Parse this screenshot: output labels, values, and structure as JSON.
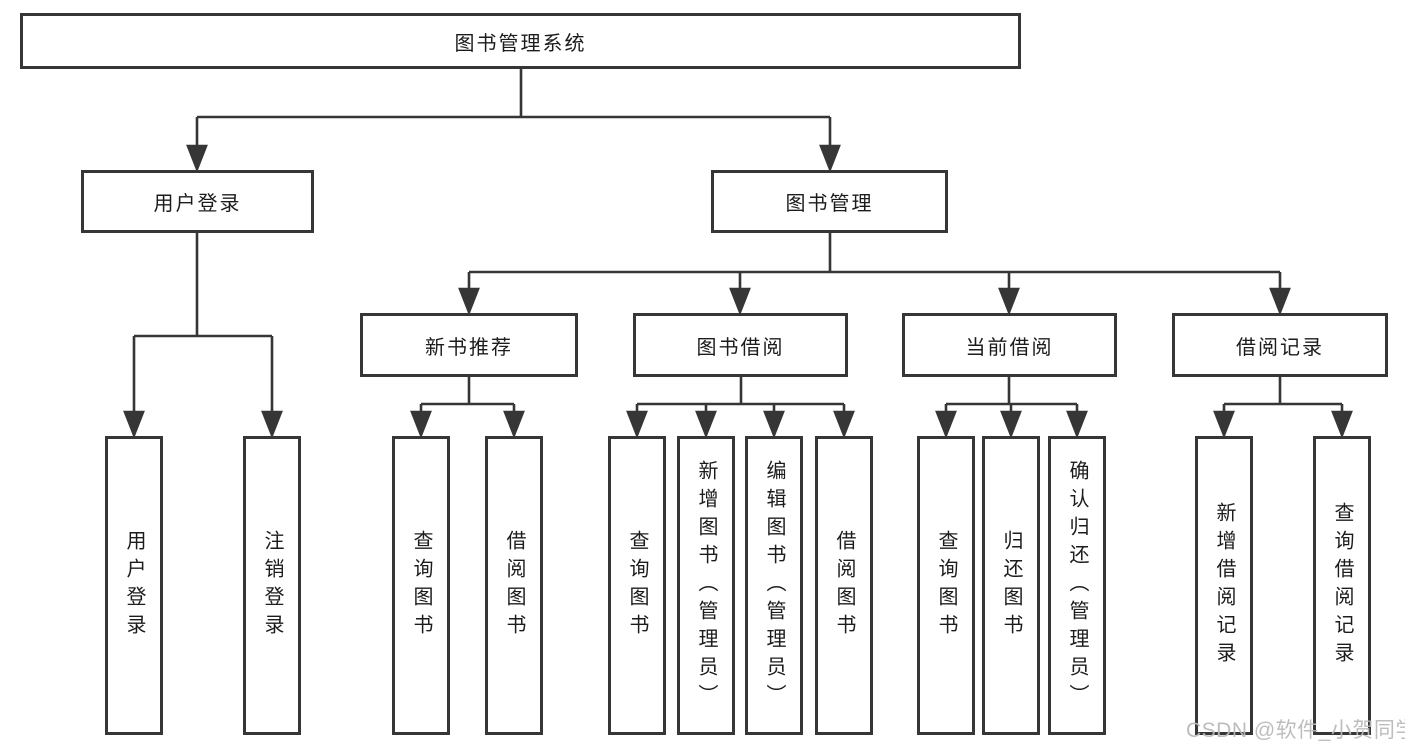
{
  "diagram": {
    "type": "hierarchy-tree",
    "root": {
      "label": "图书管理系统"
    },
    "level2": [
      {
        "label": "用户登录",
        "parent": "图书管理系统"
      },
      {
        "label": "图书管理",
        "parent": "图书管理系统"
      }
    ],
    "level3": [
      {
        "label": "新书推荐",
        "parent": "图书管理"
      },
      {
        "label": "图书借阅",
        "parent": "图书管理"
      },
      {
        "label": "当前借阅",
        "parent": "图书管理"
      },
      {
        "label": "借阅记录",
        "parent": "图书管理"
      }
    ],
    "leaves": [
      {
        "label": "用户登录",
        "parent": "用户登录"
      },
      {
        "label": "注销登录",
        "parent": "用户登录"
      },
      {
        "label": "查询图书",
        "parent": "新书推荐"
      },
      {
        "label": "借阅图书",
        "parent": "新书推荐"
      },
      {
        "label": "查询图书",
        "parent": "图书借阅"
      },
      {
        "label": "新增图书（管理员）",
        "parent": "图书借阅"
      },
      {
        "label": "编辑图书（管理员）",
        "parent": "图书借阅"
      },
      {
        "label": "借阅图书",
        "parent": "图书借阅"
      },
      {
        "label": "查询图书",
        "parent": "当前借阅"
      },
      {
        "label": "归还图书",
        "parent": "当前借阅"
      },
      {
        "label": "确认归还（管理员）",
        "parent": "当前借阅"
      },
      {
        "label": "新增借阅记录",
        "parent": "借阅记录"
      },
      {
        "label": "查询借阅记录",
        "parent": "借阅记录"
      }
    ]
  },
  "watermark": "CSDN @软件_小贺同学",
  "colors": {
    "line": "#363636",
    "box_border": "#363636",
    "box_fill": "#ffffff",
    "text": "#1c1c1c",
    "watermark": "#b9b9b9",
    "background": "#ffffff"
  }
}
